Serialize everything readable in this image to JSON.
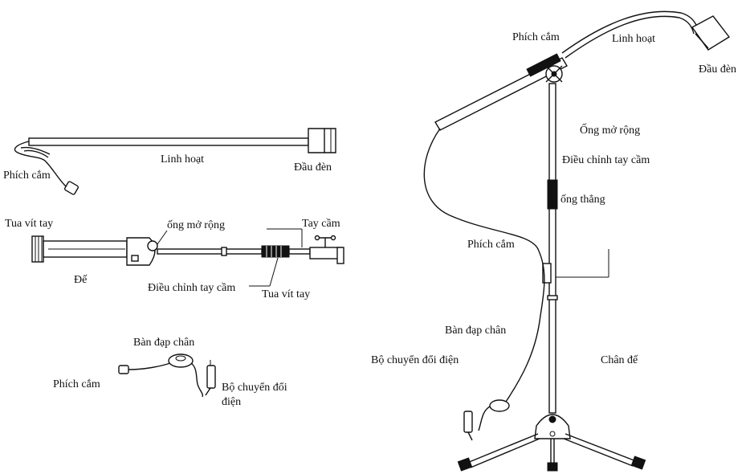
{
  "parts_a": {
    "plug": "Phích cắm",
    "flexible": "Linh hoạt",
    "lamp_head": "Đầu đèn"
  },
  "parts_b": {
    "hand_screw_left": "Tua vít tay",
    "extension_tube": "ống mở rộng",
    "handle": "Tay cầm",
    "base": "Đế",
    "handle_adjust": "Điều chỉnh tay cầm",
    "hand_screw_bottom": "Tua vít tay"
  },
  "parts_c": {
    "foot_pedal": "Bàn đạp chân",
    "plug": "Phích cắm",
    "power_adapter_line1": "Bộ chuyển đổi",
    "power_adapter_line2": "điện"
  },
  "assembled": {
    "plug_top": "Phích cắm",
    "flexible": "Linh hoạt",
    "lamp_head": "Đầu đèn",
    "extension_tube": "Ống mở rộng",
    "handle_adjust": "Điều chỉnh tay cầm",
    "straight_tube": "ống thẳng",
    "plug_mid": "Phích cắm",
    "foot_pedal": "Bàn đạp chân",
    "power_adapter": "Bộ chuyển đổi điện",
    "stand_base": "Chân đế"
  }
}
